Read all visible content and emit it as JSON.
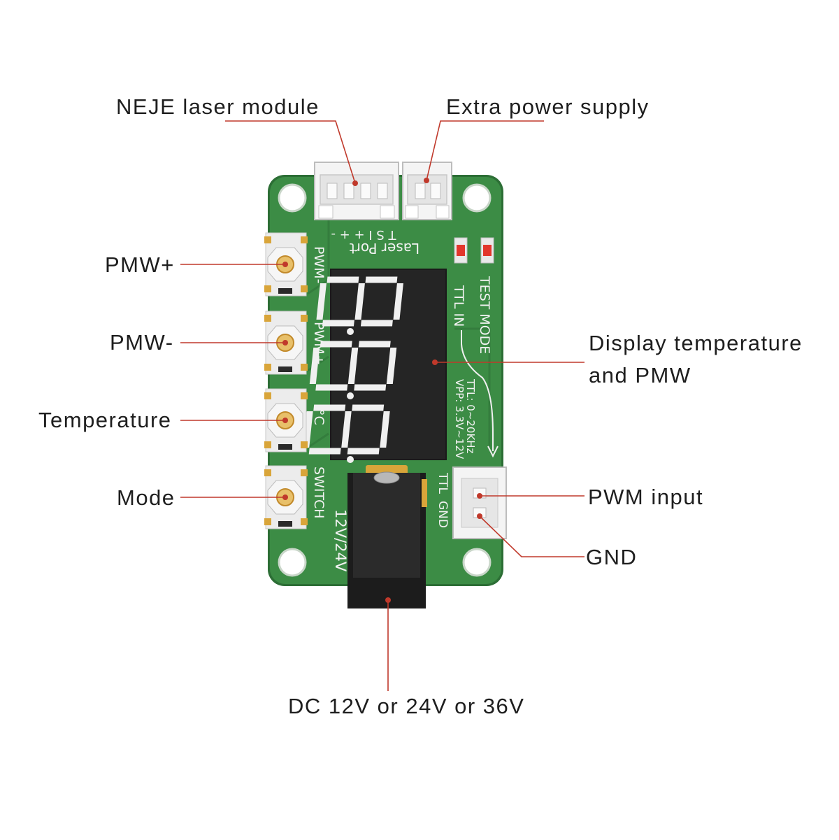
{
  "callouts": {
    "neje_laser_module": "NEJE laser module",
    "extra_power_supply": "Extra power supply",
    "pmw_plus": "PMW+",
    "pmw_minus": "PMW-",
    "temperature": "Temperature",
    "mode": "Mode",
    "display_line1": "Display temperature",
    "display_line2": "and PMW",
    "pwm_input": "PWM input",
    "gnd": "GND",
    "dc_input": "DC 12V or 24V or 36V"
  },
  "board_silkscreen": {
    "laser_port_pins": "T S I + + -",
    "laser_port": "Laser Port",
    "btn1": "PWM-",
    "btn2": "PWM+",
    "btn3": "°C",
    "btn4": "SWITCH",
    "ttl_in": "TTL IN",
    "test_mode": "TEST MODE",
    "ttl_spec": "TTL: 0~20KHz",
    "vpp_spec": "VPP: 3.3V~12V",
    "ttl": "TTL",
    "gnd": "GND",
    "voltage": "12V/24V"
  },
  "colors": {
    "pcb": "#3a8a44",
    "pcb_edge": "#2c6e35",
    "display": "#262626",
    "segment": "#f0f0f0",
    "leader": "#c0392b",
    "button_pad": "#d79a3a"
  }
}
